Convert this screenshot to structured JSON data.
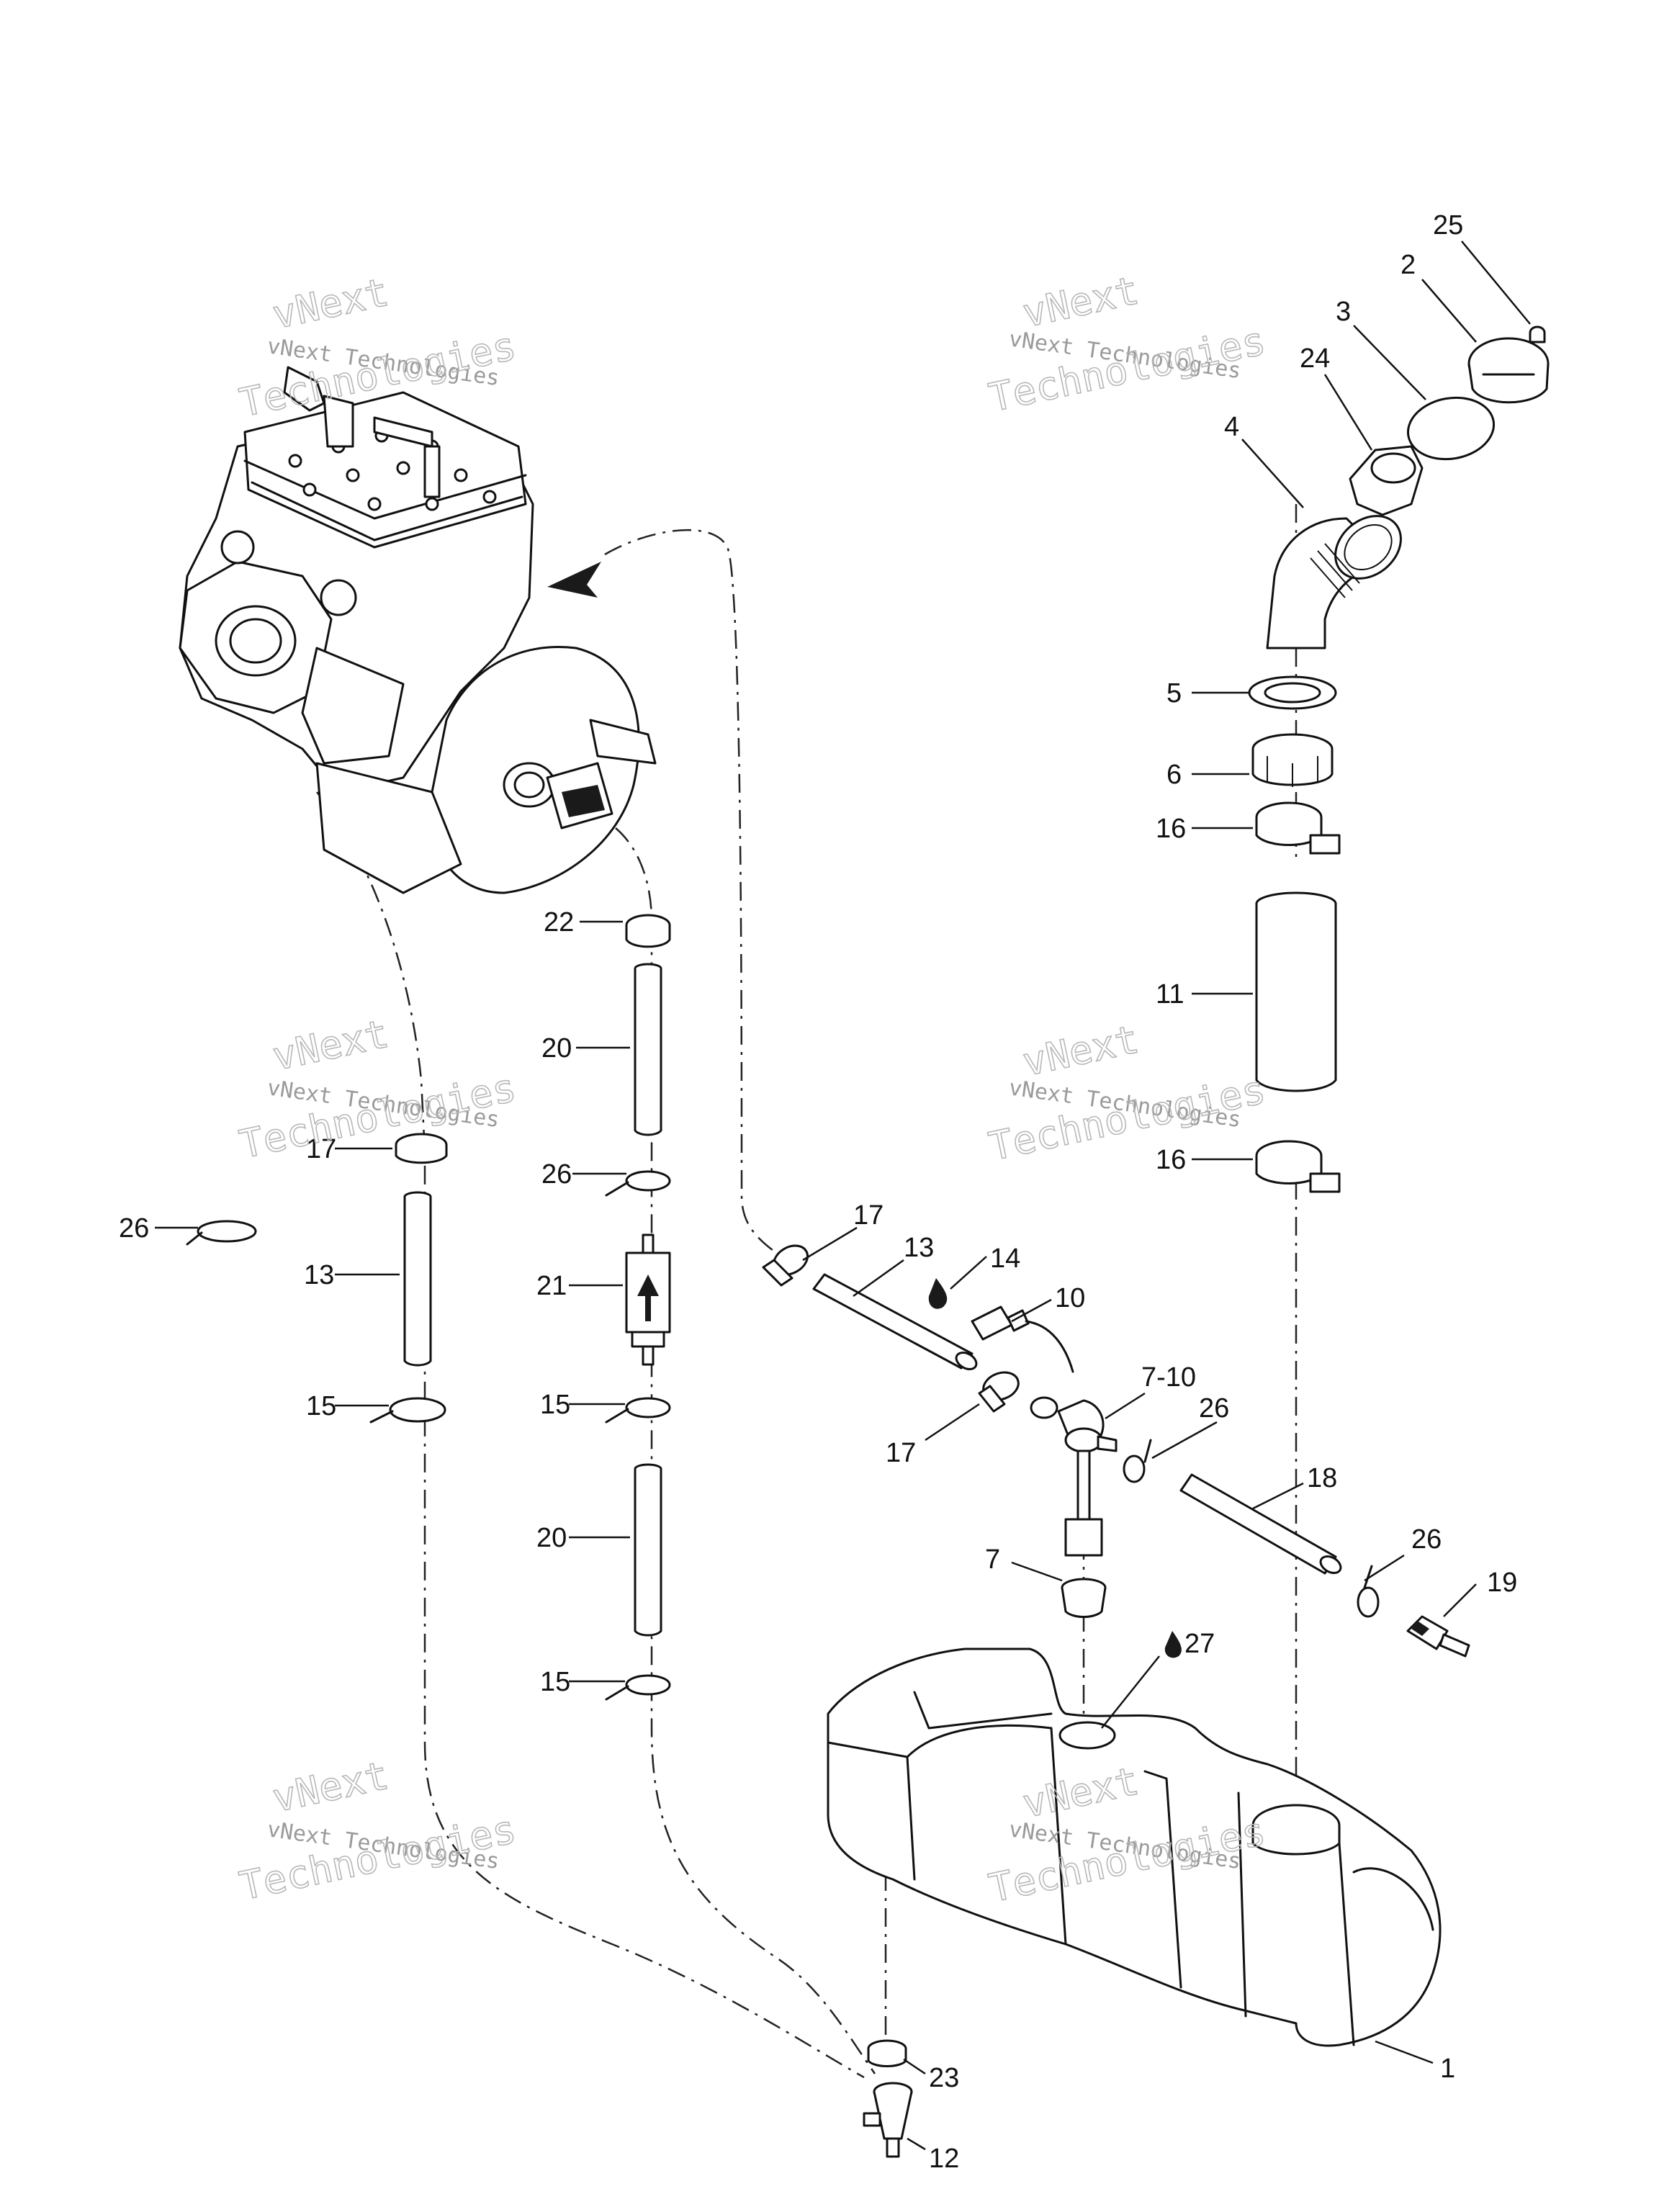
{
  "watermark": {
    "line1": "vNext Technologies",
    "line2": "vNext",
    "line3": "Technologies"
  },
  "callouts": {
    "c25": "25",
    "c2": "2",
    "c3": "3",
    "c24": "24",
    "c4": "4",
    "c5": "5",
    "c6": "6",
    "c16a": "16",
    "c11": "11",
    "c16b": "16",
    "c22": "22",
    "c20a": "20",
    "c17a": "17",
    "c26a": "26",
    "c26b": "26",
    "c13a": "13",
    "c21": "21",
    "c15a": "15",
    "c15b": "15",
    "c20b": "20",
    "c15c": "15",
    "c17b": "17",
    "c13b": "13",
    "c14": "14",
    "c10": "10",
    "c710": "7-10",
    "c26c": "26",
    "c17c": "17",
    "c18": "18",
    "c7": "7",
    "c26d": "26",
    "c19": "19",
    "c27": "27",
    "c1": "1",
    "c23": "23",
    "c12": "12"
  },
  "icons": {
    "drop": "oil-drop-icon",
    "arrow": "flow-arrow-icon"
  }
}
